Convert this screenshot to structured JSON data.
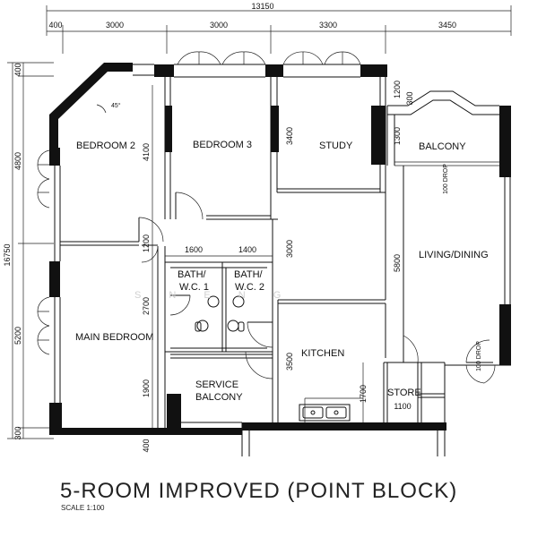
{
  "title": "5-ROOM IMPROVED (POINT BLOCK)",
  "scale": "SCALE 1:100",
  "watermark": "S    N  E  N  G",
  "dimensions": {
    "overall_width": "13150",
    "top": [
      "400",
      "3000",
      "3000",
      "3300",
      "3450"
    ],
    "left_overall": "16750",
    "left_outer": [
      "400",
      "4800",
      "5200",
      "300"
    ],
    "left_inner": [
      "4100",
      "1200",
      "2700",
      "1900",
      "400"
    ],
    "bath_widths": [
      "1600",
      "1400"
    ],
    "bed3_depth": "3400",
    "study_dims": [
      "1200",
      "1300"
    ],
    "balcony_rise": "300",
    "mid": [
      "3000",
      "3500"
    ],
    "living_depth": "5800",
    "kitchen_store": "1700",
    "store_width": "1100",
    "drop_top": "100 DROP",
    "drop_right": "100 DROP",
    "angle": "45°"
  },
  "rooms": {
    "bedroom2": "BEDROOM 2",
    "bedroom3": "BEDROOM 3",
    "study": "STUDY",
    "balcony": "BALCONY",
    "living": "LIVING/DINING",
    "bath1_line1": "BATH/",
    "bath1_line2": "W.C. 1",
    "bath2_line1": "BATH/",
    "bath2_line2": "W.C. 2",
    "main_bedroom": "MAIN BEDROOM",
    "kitchen": "KITCHEN",
    "service_line1": "SERVICE",
    "service_line2": "BALCONY",
    "store": "STORE"
  }
}
